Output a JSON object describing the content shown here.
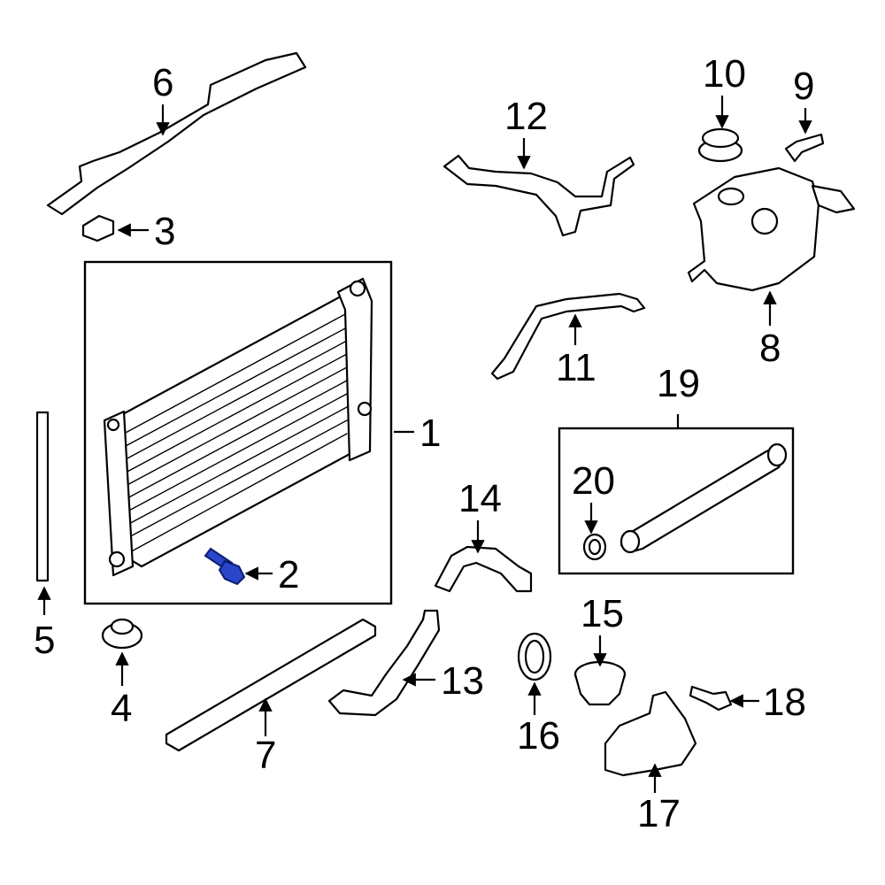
{
  "diagram": {
    "callouts": [
      {
        "id": "1",
        "label": "1"
      },
      {
        "id": "2",
        "label": "2"
      },
      {
        "id": "3",
        "label": "3"
      },
      {
        "id": "4",
        "label": "4"
      },
      {
        "id": "5",
        "label": "5"
      },
      {
        "id": "6",
        "label": "6"
      },
      {
        "id": "7",
        "label": "7"
      },
      {
        "id": "8",
        "label": "8"
      },
      {
        "id": "9",
        "label": "9"
      },
      {
        "id": "10",
        "label": "10"
      },
      {
        "id": "11",
        "label": "11"
      },
      {
        "id": "12",
        "label": "12"
      },
      {
        "id": "13",
        "label": "13"
      },
      {
        "id": "14",
        "label": "14"
      },
      {
        "id": "15",
        "label": "15"
      },
      {
        "id": "16",
        "label": "16"
      },
      {
        "id": "17",
        "label": "17"
      },
      {
        "id": "18",
        "label": "18"
      },
      {
        "id": "19",
        "label": "19"
      },
      {
        "id": "20",
        "label": "20"
      }
    ],
    "highlight_color": "#2a46c8",
    "highlighted_part": "2"
  }
}
